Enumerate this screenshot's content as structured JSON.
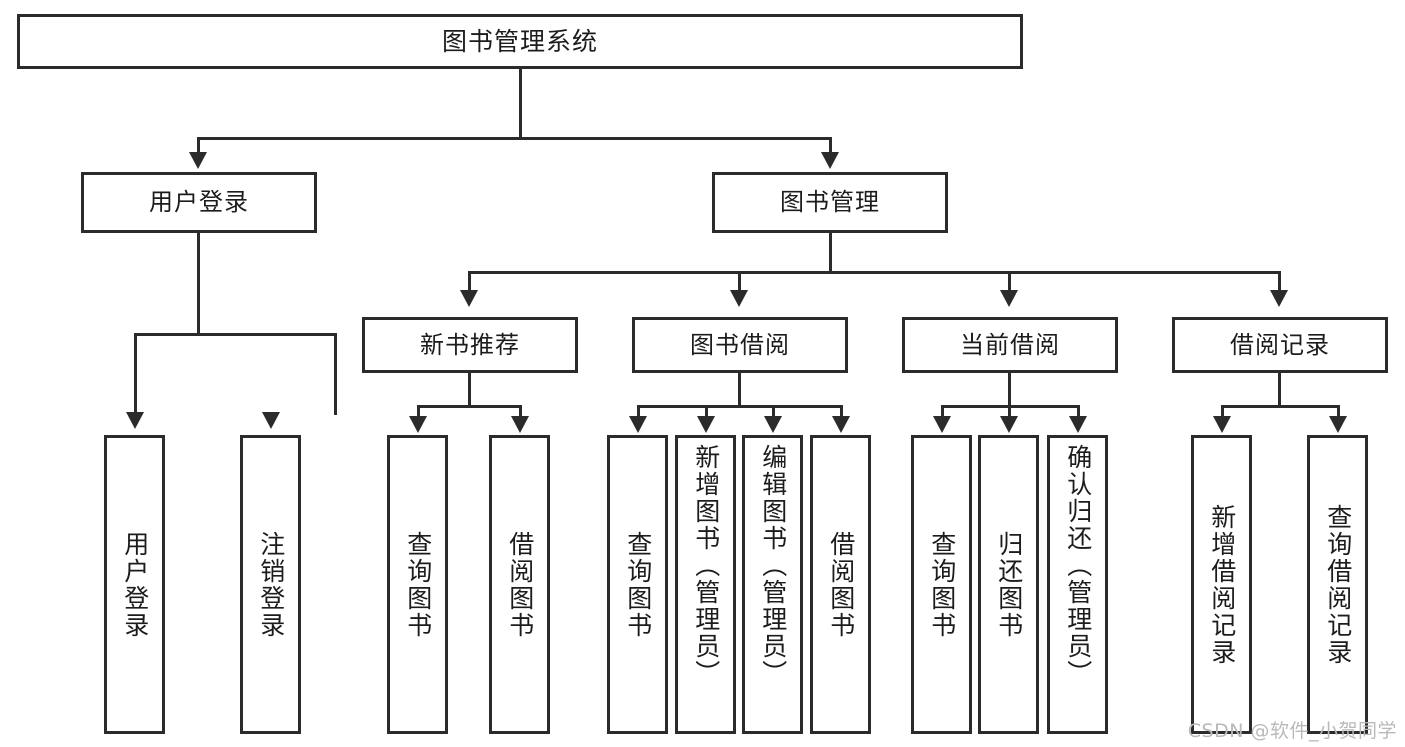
{
  "diagram": {
    "title": "图书管理系统",
    "type": "功能结构图",
    "root": {
      "label": "图书管理系统"
    },
    "level2": [
      {
        "label": "用户登录"
      },
      {
        "label": "图书管理"
      }
    ],
    "level3": [
      {
        "label": "新书推荐"
      },
      {
        "label": "图书借阅"
      },
      {
        "label": "当前借阅"
      },
      {
        "label": "借阅记录"
      }
    ],
    "leaves": {
      "user_login": [
        {
          "label": "用户登录"
        },
        {
          "label": "注销登录"
        }
      ],
      "new_book_recommend": [
        {
          "label": "查询图书"
        },
        {
          "label": "借阅图书"
        }
      ],
      "book_borrow": [
        {
          "label": "查询图书"
        },
        {
          "label": "新增图书（管理员）"
        },
        {
          "label": "编辑图书（管理员）"
        },
        {
          "label": "借阅图书"
        }
      ],
      "current_borrow": [
        {
          "label": "查询图书"
        },
        {
          "label": "归还图书"
        },
        {
          "label": "确认归还（管理员）"
        }
      ],
      "borrow_record": [
        {
          "label": "新增借阅记录"
        },
        {
          "label": "查询借阅记录"
        }
      ]
    }
  },
  "watermark": {
    "text": "CSDN @软件_小贺同学"
  },
  "colors": {
    "stroke": "#2b2b2b",
    "fill": "#ffffff",
    "text": "#1c1c1c",
    "watermark": "#b9b9b9"
  }
}
